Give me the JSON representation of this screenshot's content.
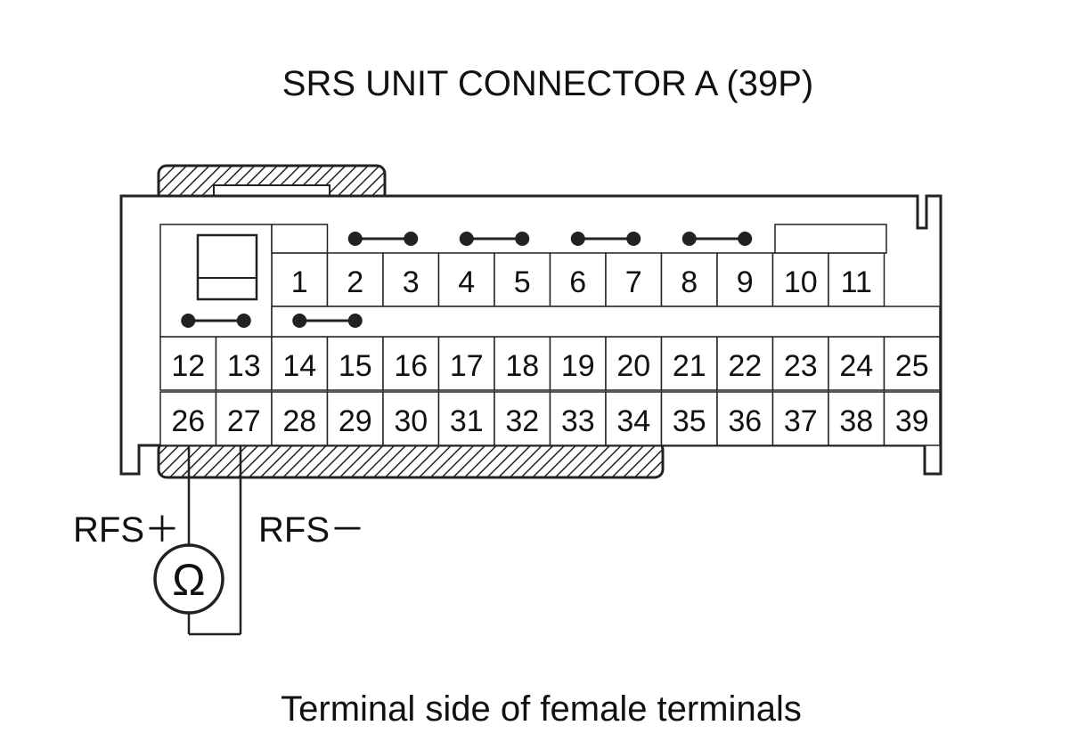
{
  "title": "SRS UNIT CONNECTOR A (39P)",
  "caption": "Terminal side of female terminals",
  "labels": {
    "rfs_plus": "RFS＋",
    "rfs_minus": "RFS－",
    "meter_symbol": "Ω"
  },
  "terminals": {
    "row1": [
      "1",
      "2",
      "3",
      "4",
      "5",
      "6",
      "7",
      "8",
      "9",
      "10",
      "11"
    ],
    "row2": [
      "12",
      "13",
      "14",
      "15",
      "16",
      "17",
      "18",
      "19",
      "20",
      "21",
      "22",
      "23",
      "24",
      "25"
    ],
    "row3": [
      "26",
      "27",
      "28",
      "29",
      "30",
      "31",
      "32",
      "33",
      "34",
      "35",
      "36",
      "37",
      "38",
      "39"
    ]
  },
  "shorting_bars": [
    [
      "2",
      "3"
    ],
    [
      "4",
      "5"
    ],
    [
      "6",
      "7"
    ],
    [
      "8",
      "9"
    ],
    [
      "12",
      "13"
    ],
    [
      "14",
      "15"
    ]
  ],
  "meter_terminals": [
    "26",
    "27"
  ]
}
